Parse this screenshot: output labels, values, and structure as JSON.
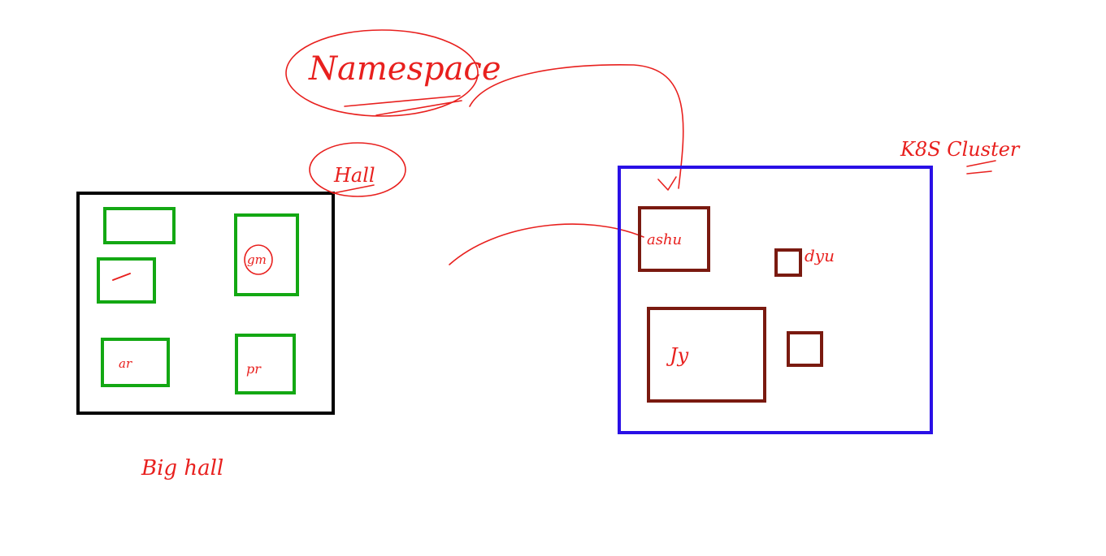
{
  "colors": {
    "hall_box": "#000000",
    "room_box": "#13a813",
    "cluster_box": "#2a10e6",
    "pod_box": "#7a1a10",
    "ink": "#e8201e"
  },
  "labels": {
    "namespace": "Namespace",
    "hall": "Hall",
    "big_hall": "Big hall",
    "k8s_cluster": "K8S Cluster",
    "pod_a": "ashu",
    "pod_b": "dyu",
    "pod_c": "Jy",
    "room_a": "ar",
    "room_b": "gm",
    "room_c": "pr"
  }
}
